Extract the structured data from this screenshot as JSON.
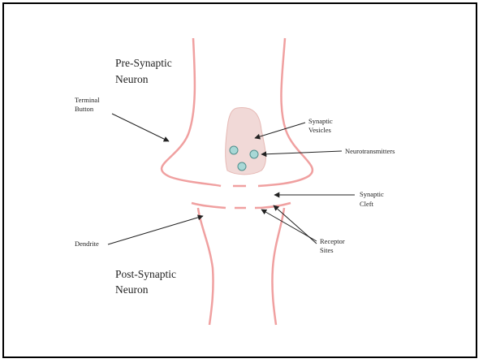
{
  "labels": {
    "pre_synaptic_1": "Pre-Synaptic",
    "pre_synaptic_2": "Neuron",
    "post_synaptic_1": "Post-Synaptic",
    "post_synaptic_2": "Neuron",
    "terminal_button_1": "Terminal",
    "terminal_button_2": "Button",
    "synaptic_vesicles_1": "Synaptic",
    "synaptic_vesicles_2": "Vesicles",
    "neurotransmitters": "Neurotransmitters",
    "synaptic_cleft_1": "Synaptic",
    "synaptic_cleft_2": "Cleft",
    "dendrite": "Dendrite",
    "receptor_sites_1": "Receptor",
    "receptor_sites_2": "Sites"
  },
  "colors": {
    "membrane": "#f0a0a0",
    "vesicle_fill": "#f1d9d7",
    "vesicle_stroke": "#e6b9b5",
    "neurotransmitter_fill": "#a8d8d6",
    "neurotransmitter_stroke": "#4f8f8c"
  }
}
